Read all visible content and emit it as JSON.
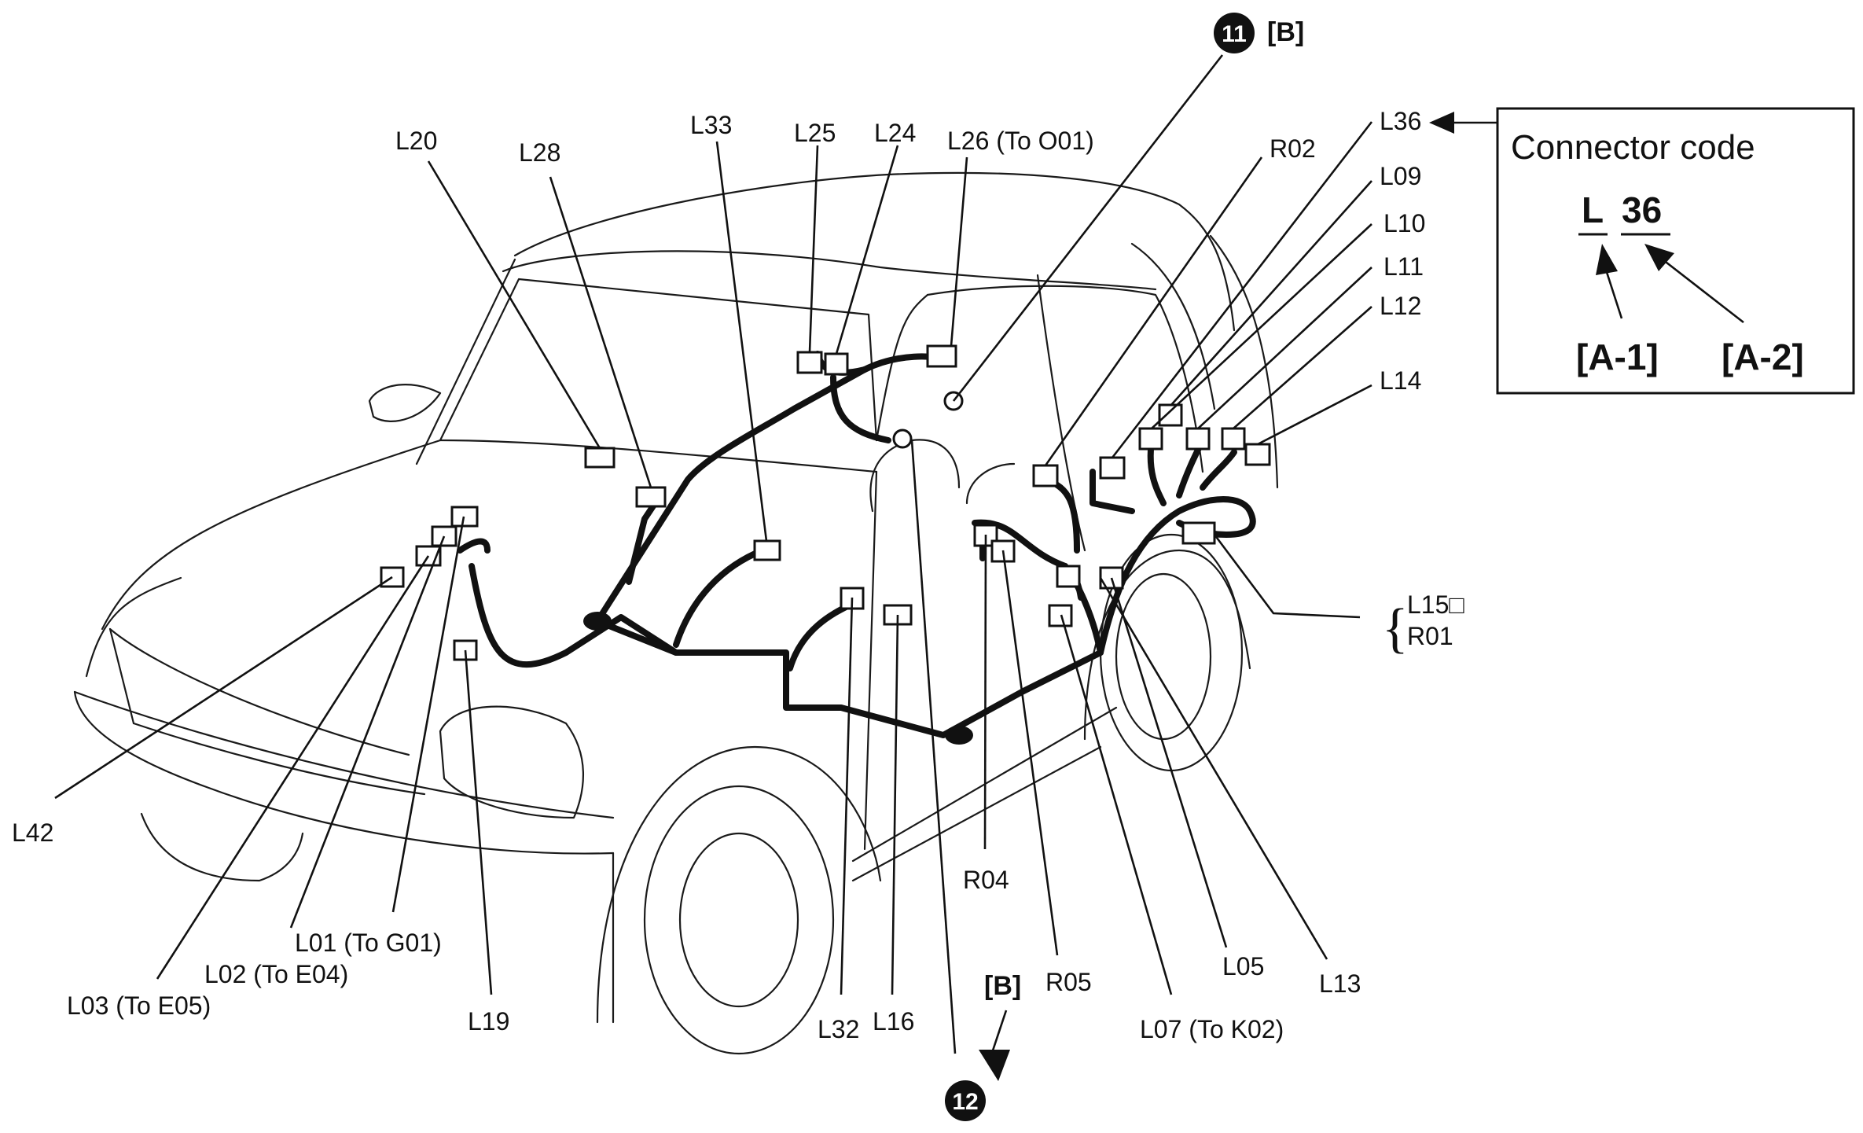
{
  "connector_labels": {
    "L20": "L20",
    "L28": "L28",
    "L33": "L33",
    "L25": "L25",
    "L24": "L24",
    "L26": "L26 (To O01)",
    "R02": "R02",
    "L36": "L36",
    "L09": "L09",
    "L10": "L10",
    "L11": "L11",
    "L12": "L12",
    "L14": "L14",
    "L15": "L15□",
    "R01": "R01",
    "L42": "L42",
    "L03": "L03 (To E05)",
    "L02": "L02 (To E04)",
    "L01": "L01 (To G01)",
    "L19": "L19",
    "L32": "L32",
    "L16": "L16",
    "R04": "R04",
    "R05": "R05",
    "L07": "L07 (To K02)",
    "L05": "L05",
    "L13": "L13"
  },
  "markers": {
    "top": {
      "number": "11",
      "ref": "[B]"
    },
    "bottom": {
      "number": "12",
      "ref": "[B]"
    }
  },
  "legend": {
    "title": "Connector code",
    "prefix": "L",
    "number": "36",
    "prefix_ref": "[A-1]",
    "number_ref": "[A-2]"
  }
}
